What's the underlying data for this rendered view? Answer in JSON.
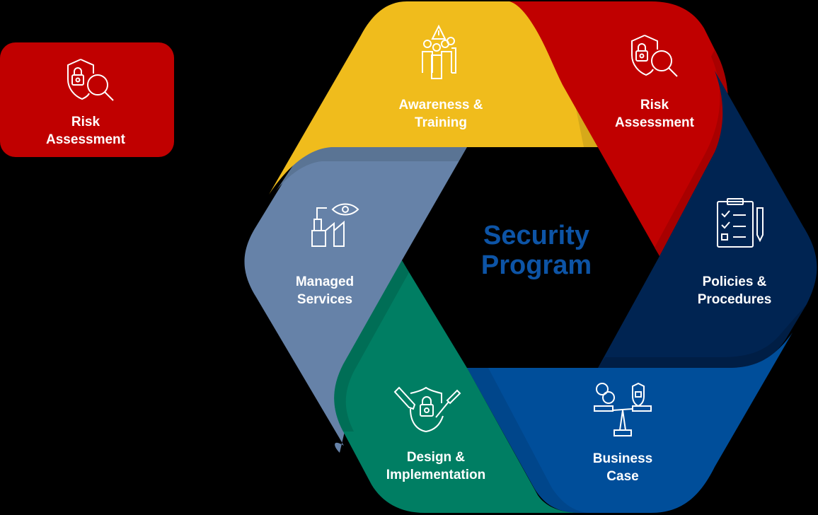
{
  "legend": {
    "label_line1": "Risk",
    "label_line2": "Assessment",
    "icon": "shield-lock-magnifier-icon",
    "color": "#C00000"
  },
  "center": {
    "title_line1": "Security",
    "title_line2": "Program",
    "color": "#0D54A6"
  },
  "segments": [
    {
      "id": "awareness-training",
      "line1": "Awareness &",
      "line2": "Training",
      "icon": "people-warning-icon",
      "color": "#F0BC1C"
    },
    {
      "id": "risk-assessment",
      "line1": "Risk",
      "line2": "Assessment",
      "icon": "shield-lock-magnifier-icon",
      "color": "#C00000"
    },
    {
      "id": "policies-procedures",
      "line1": "Policies &",
      "line2": "Procedures",
      "icon": "clipboard-checklist-pencil-icon",
      "color": "#002452"
    },
    {
      "id": "business-case",
      "line1": "Business",
      "line2": "Case",
      "icon": "balance-scale-money-shield-icon",
      "color": "#004E9A"
    },
    {
      "id": "design-implementation",
      "line1": "Design &",
      "line2": "Implementation",
      "icon": "shield-lock-tools-icon",
      "color": "#007E63"
    },
    {
      "id": "managed-services",
      "line1": "Managed",
      "line2": "Services",
      "icon": "factory-eye-icon",
      "color": "#6682A8"
    }
  ]
}
